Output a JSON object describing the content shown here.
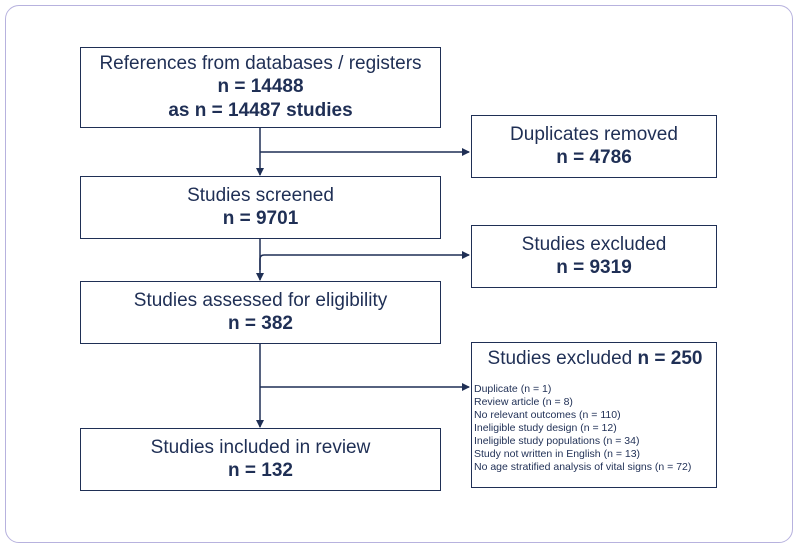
{
  "boxes": {
    "identification": {
      "label": "References from databases / registers",
      "count": "n = 14488",
      "studies": "as n = 14487 studies"
    },
    "screened": {
      "label": "Studies screened",
      "count": "n = 9701"
    },
    "assessed": {
      "label": "Studies assessed for eligibility",
      "count": "n = 382"
    },
    "included": {
      "label": "Studies included in review",
      "count": "n = 132"
    }
  },
  "side_boxes": {
    "duplicates": {
      "label": "Duplicates removed",
      "count": "n = 4786"
    },
    "excluded_screening": {
      "label": "Studies excluded",
      "count": "n = 9319"
    },
    "excluded_eligibility": {
      "label": "Studies excluded",
      "count": "n = 250",
      "reasons": [
        "Duplicate (n = 1)",
        "Review article (n = 8)",
        "No relevant outcomes (n = 110)",
        "Ineligible study design (n = 12)",
        "Ineligible study populations (n = 34)",
        "Study not written in English (n = 13)",
        "No age stratified analysis of vital signs (n = 72)"
      ]
    }
  },
  "colors": {
    "box_border": "#1f2f55",
    "text": "#1f2f55",
    "frame_border": "#b7b2de"
  }
}
